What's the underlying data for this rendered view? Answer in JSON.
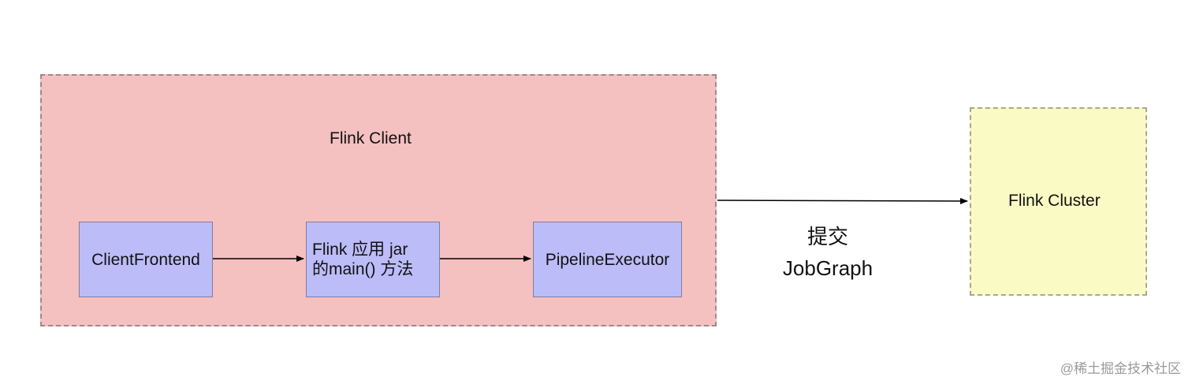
{
  "diagram": {
    "client": {
      "title": "Flink Client",
      "fill": "#f5c0c0"
    },
    "nodes": {
      "frontend": "ClientFrontend",
      "jar_line1": "Flink 应用 jar",
      "jar_line2": "的main() 方法",
      "executor": "PipelineExecutor",
      "fill": "#bcbcf8"
    },
    "cluster": {
      "label": "Flink Cluster",
      "fill": "#fafac4"
    },
    "submit_label": {
      "line1": "提交",
      "line2": "JobGraph"
    },
    "watermark": "@稀土掘金技术社区"
  }
}
